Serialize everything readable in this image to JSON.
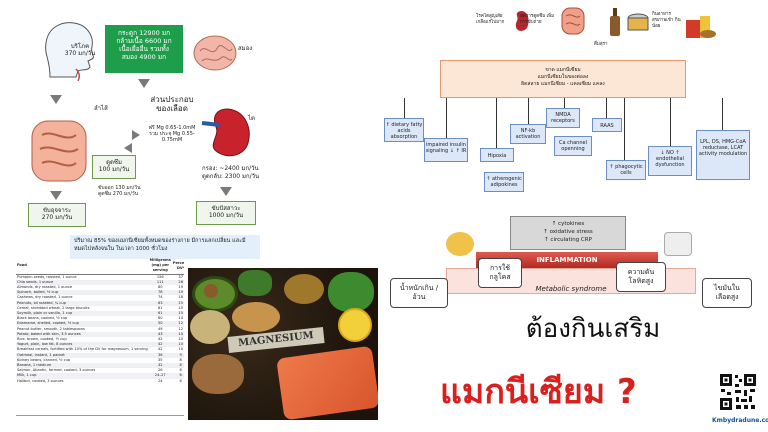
{
  "mineral_flow": {
    "intake": {
      "label": "บริโภค",
      "value": "370 มก/วัน"
    },
    "bone": {
      "line1": "กระดูก 12900 มก",
      "line2": "กล้ามเนื้อ 6600 มก",
      "line3": "เนื้อเยื่ออื่น รวมทั้ง",
      "line4": "สมอง 4900 มก"
    },
    "brain": {
      "label": "สมอง"
    },
    "intestine_label": "ลำไส้",
    "blood": {
      "line1": "ส่วนประกอบ",
      "line2": "ของเลือด",
      "free_mg": "ฟรี Mg 0.65-1.0mM",
      "total_mg": "รวม ประจุ Mg 0.55-0.75mM"
    },
    "kidney": {
      "label": "ไต",
      "filter": "กรอง: ~2400 มก/วัน",
      "reabsorb": "ดูดกลับ: 2300 มก/วัน"
    },
    "absorb": {
      "label": "ดูดซึม",
      "value": "100 มก/วัน",
      "secrete": "ขับออก 130 มก/วัน",
      "net": "ดูดซึม 270 มก/วัน"
    },
    "feces": {
      "label": "ขับอุจจาระ",
      "value": "270 มก/วัน"
    },
    "urine": {
      "label": "ขับปัสสาวะ",
      "value": "1000 มก/วัน"
    },
    "note": "ปริมาณ 85% ของแมกนีเซียมทั้งหมดของร่างกาย มีการแลกเปลี่ยน และมี หมดไปหลังจนใน ในเวลา 1000 ชั่วโมง"
  },
  "food_table": {
    "headers": [
      "Food",
      "Milligrams (mg) per serving",
      "Percent DV*"
    ],
    "rows": [
      [
        "Pumpkin seeds, roasted, 1 ounce",
        "156",
        "37"
      ],
      [
        "Chia seeds, 1 ounce",
        "111",
        "26"
      ],
      [
        "Almonds, dry roasted, 1 ounce",
        "80",
        "19"
      ],
      [
        "Spinach, boiled, ½ cup",
        "78",
        "19"
      ],
      [
        "Cashews, dry roasted, 1 ounce",
        "74",
        "18"
      ],
      [
        "Peanuts, oil roasted, ¼ cup",
        "63",
        "15"
      ],
      [
        "Cereal, shredded wheat, 2 large biscuits",
        "61",
        "15"
      ],
      [
        "Soymilk, plain or vanilla, 1 cup",
        "61",
        "15"
      ],
      [
        "Black beans, cooked, ½ cup",
        "60",
        "14"
      ],
      [
        "Edamame, shelled, cooked, ½ cup",
        "50",
        "12"
      ],
      [
        "Peanut butter, smooth, 2 tablespoons",
        "49",
        "12"
      ],
      [
        "Potato, baked with skin, 3.5 ounces",
        "43",
        "10"
      ],
      [
        "Rice, brown, cooked, ½ cup",
        "42",
        "10"
      ],
      [
        "Yogurt, plain, low fat, 8 ounces",
        "42",
        "10"
      ],
      [
        "Breakfast cereals, fortified with 10% of the DV for magnesium, 1 serving",
        "42",
        "10"
      ],
      [
        "Oatmeal, instant, 1 packet",
        "36",
        "9"
      ],
      [
        "Kidney beans, canned, ½ cup",
        "35",
        "8"
      ],
      [
        "Banana, 1 medium",
        "32",
        "8"
      ],
      [
        "Salmon, Atlantic, farmed, cooked, 3 ounces",
        "26",
        "6"
      ],
      [
        "Milk, 1 cup",
        "24–27",
        "6"
      ],
      [
        "Halibut, cooked, 3 ounces",
        "24",
        "6"
      ]
    ]
  },
  "photo_label": "MAGNESIUM",
  "mechanism": {
    "icons": [
      {
        "label": "โรคไตสูญเสีย เกลือแร่ไปมาก"
      },
      {
        "label": "ลดการดูดซึม เพิ่มการขับถ่าย"
      },
      {
        "label": "ดื่มสุรา"
      },
      {
        "label": "กินอาหาร สุขภาพเข้า กินน้อย"
      }
    ],
    "top_box": {
      "line1": "ขาด แมกนีเซียม",
      "line2": "แมกนีเซียมในของต่อลง",
      "line3": "ผิดสลาย แมกนีเซียม - แคลเซียม แคลง"
    },
    "blue_boxes": [
      "↑ dietary fatty acids absorption",
      "impaired insulin signaling ↓ ↑ IR",
      "Hipoxia",
      "↑ atherogenic adipokines",
      "NF-kb activation",
      "NMDA receptors",
      "Ca channel openning",
      "RAAS",
      "↑ phagocytic cells",
      "↓ NO ↑ endothelial dysfunction",
      "LPL, DS, HMG-CoA reductase, LCAT activity modulation"
    ],
    "cytokines": {
      "line1": "↑ cytokines",
      "line2": "↑ oxidative stress",
      "line3": "↑ circulating CRP"
    },
    "inflammation": "INFLAMMATION",
    "metabolic": "Metabolic syndrome",
    "outcomes": [
      {
        "l1": "น้ำหนักเกิน /",
        "l2": "อ้วน"
      },
      {
        "l1": "การใช้",
        "l2": "กลูโคส"
      },
      {
        "l1": "ความดัน",
        "l2": "โลหิตสูง"
      },
      {
        "l1": "ไขมันใน",
        "l2": "เลือดสูง"
      }
    ]
  },
  "headline": {
    "line1": "ต้องกินเสริม",
    "line2": "แมกนีเซียม ?"
  },
  "website": "Kmbydradune.com",
  "colors": {
    "headline_red": "#d9201f",
    "green": "#1e9e4a",
    "inflammation": "#c9302c",
    "link_blue": "#1a4fa0"
  }
}
